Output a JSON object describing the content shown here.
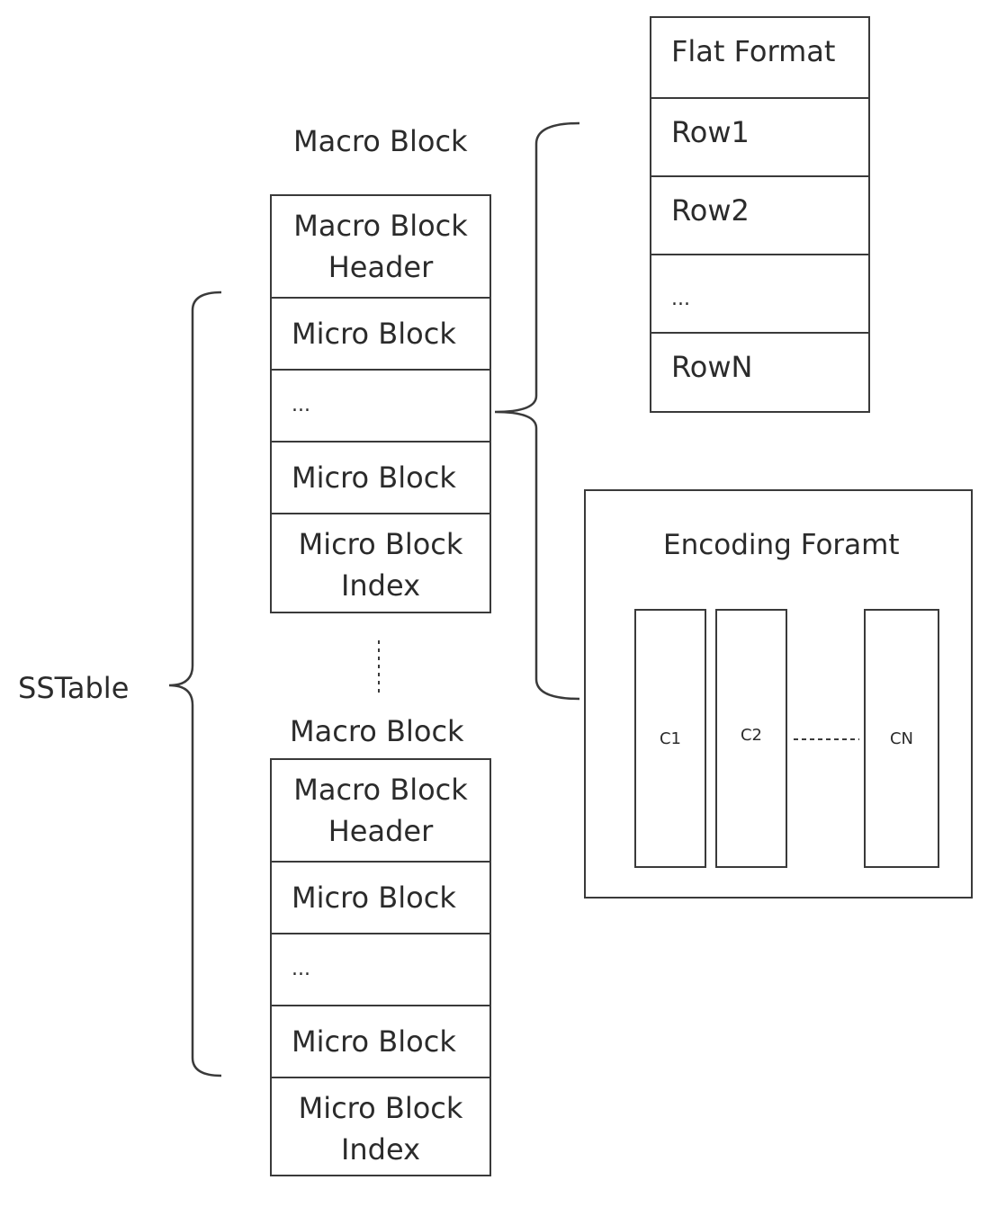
{
  "sstable_label": "SSTable",
  "macro_blocks": [
    {
      "title": "Macro Block",
      "cells": [
        "Macro Block Header",
        "Micro Block",
        "...",
        "Micro Block",
        "Micro Block Index"
      ]
    },
    {
      "title": "Macro Block",
      "cells": [
        "Macro Block Header",
        "Micro Block",
        "...",
        "Micro Block",
        "Micro Block Index"
      ]
    }
  ],
  "flat_format": {
    "rows": [
      "Flat Format",
      "Row1",
      "Row2",
      "...",
      "RowN"
    ]
  },
  "encoding_format": {
    "title": "Encoding Foramt",
    "columns": [
      "C1",
      "C2",
      "CN"
    ]
  }
}
